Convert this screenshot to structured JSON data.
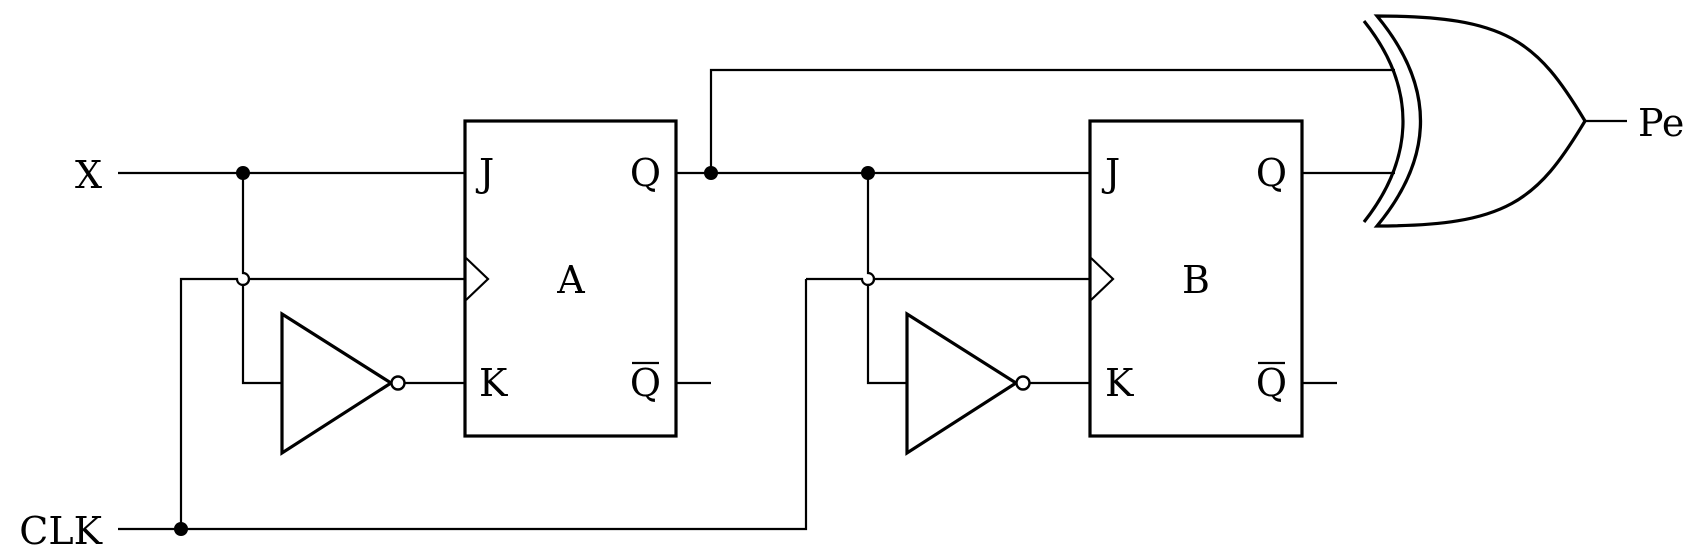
{
  "inputs": {
    "x": "X",
    "clk": "CLK"
  },
  "output": {
    "label": "Pe"
  },
  "flipflop_a": {
    "name": "A",
    "j": "J",
    "k": "K",
    "q": "Q",
    "qbar": "Q"
  },
  "flipflop_b": {
    "name": "B",
    "j": "J",
    "k": "K",
    "q": "Q",
    "qbar": "Q"
  }
}
